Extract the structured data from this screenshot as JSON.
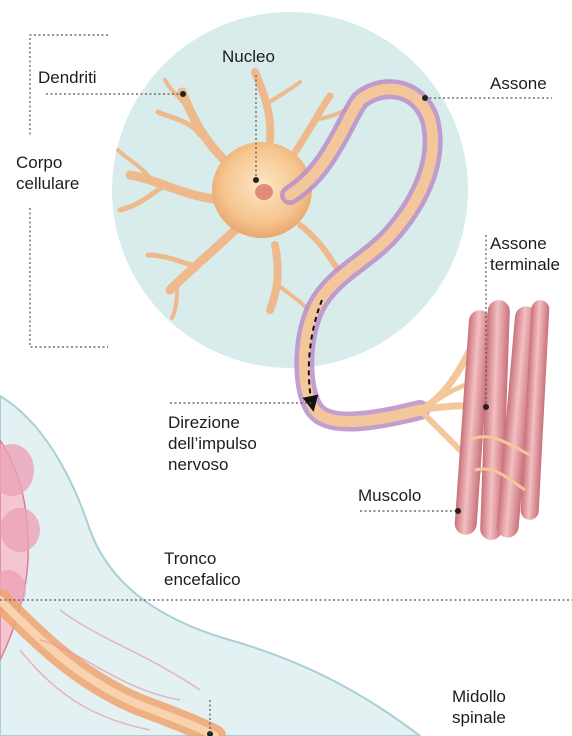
{
  "labels": {
    "nucleo": "Nucleo",
    "dendriti": "Dendriti",
    "corpo_cellulare": "Corpo\ncellulare",
    "assone": "Assone",
    "assone_terminale": "Assone\nterminale",
    "direzione_impulso": "Direzione\ndell’impulso\nnervoso",
    "muscolo": "Muscolo",
    "tronco_encefalico": "Tronco\nencefalico",
    "midollo_spinale": "Midollo\nspinale"
  },
  "colors": {
    "cell_circle": "#d9ecec",
    "neuron": "#f4c79a",
    "axon_sheath": "#b98ec9",
    "muscle": "#e8a4a8",
    "brain_outline": "#b8d8dc",
    "spinal_cord": "#f0a36e",
    "leader_line": "#555555"
  }
}
